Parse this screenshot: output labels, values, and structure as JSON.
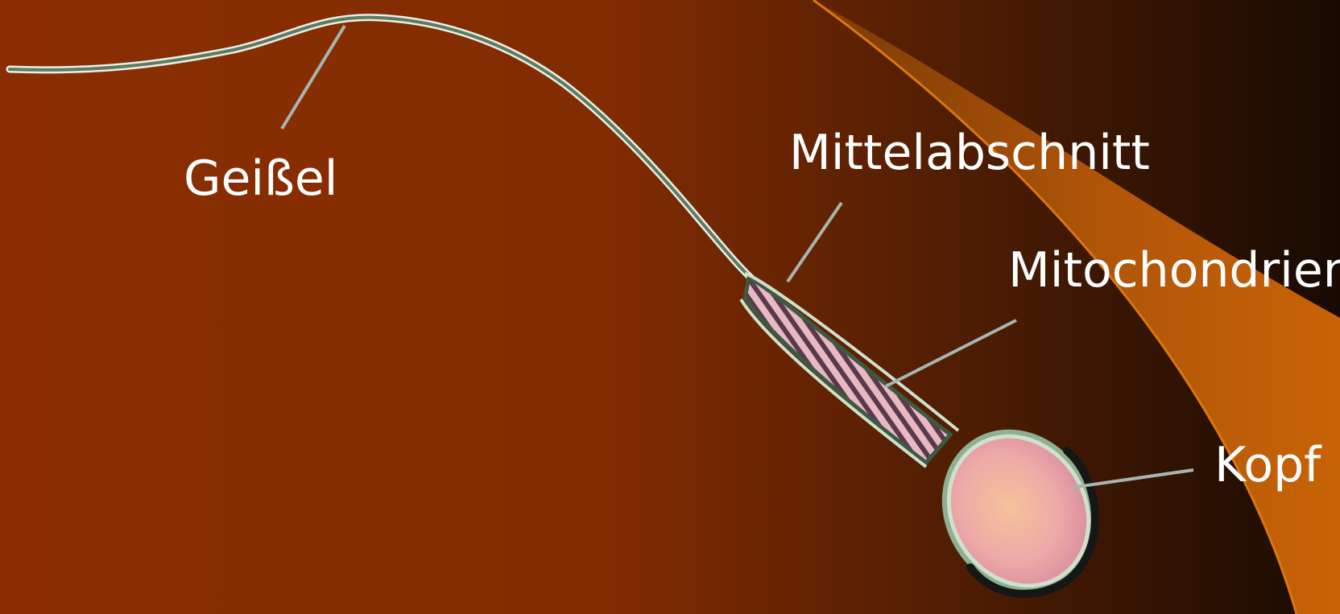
{
  "labels": {
    "flagellum": "Geißel",
    "midpiece": "Mittelabschnitt",
    "mitochondria": "Mitochondrien",
    "head": "Kopf"
  },
  "colors": {
    "background_left": "#8a2e02",
    "background_right": "#1c0b02",
    "accent_orange": "#c25f06",
    "label_text": "#ffffff",
    "pointer_line": "#a8b4b0",
    "tail": "#6f8a70",
    "head_fill": "#f2b8b0",
    "head_outline": "#1a1a1a"
  }
}
